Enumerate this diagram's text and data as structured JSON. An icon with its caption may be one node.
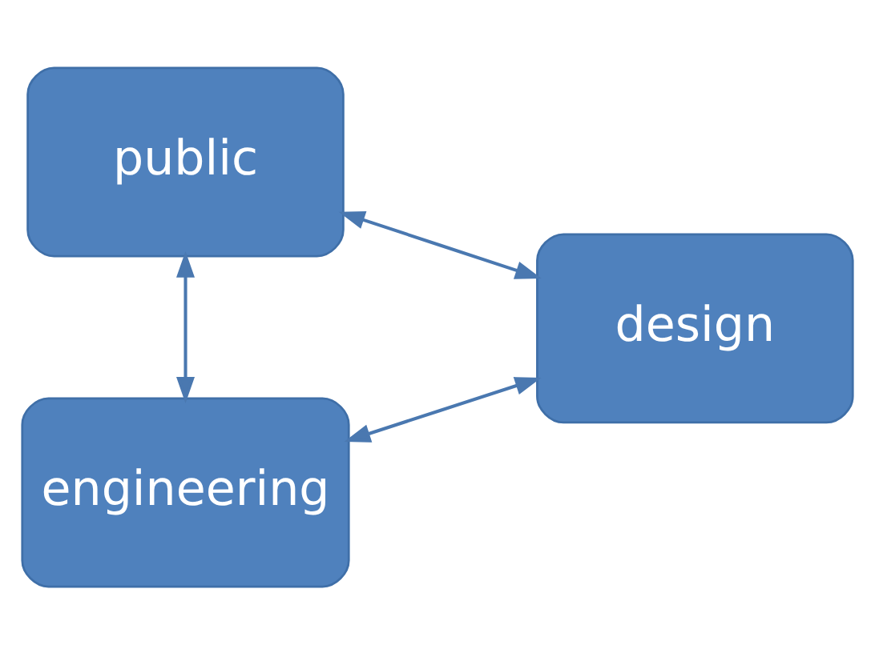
{
  "diagram": {
    "nodes": [
      {
        "text": [
          "public"
        ]
      },
      {
        "text": [
          "design"
        ]
      },
      {
        "text": [
          "engineering"
        ]
      }
    ],
    "edges": [
      {
        "from": 1,
        "to": 0,
        "arrow": "both"
      },
      {
        "from": 0,
        "to": 2,
        "arrow": "both"
      },
      {
        "from": 2,
        "to": 1,
        "arrow": "both"
      }
    ]
  }
}
